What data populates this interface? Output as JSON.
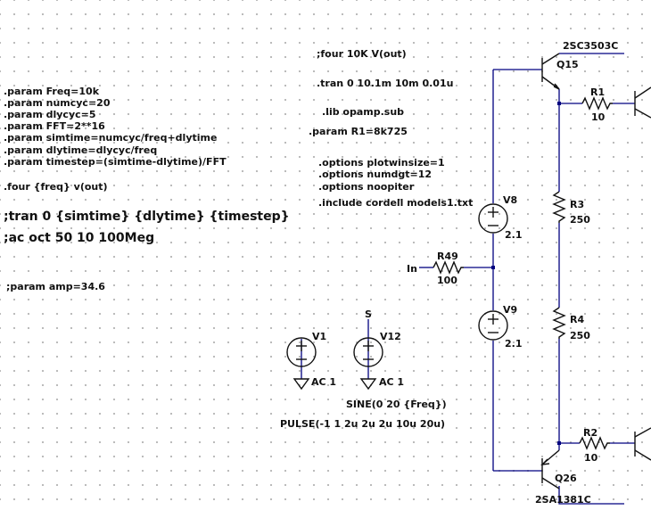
{
  "directives_left": {
    "params": [
      ".param Freq=10k",
      ".param numcyc=20",
      ".param dlycyc=5",
      ".param FFT=2**16",
      ".param simtime=numcyc/freq+dlytime",
      ".param dlytime=dlycyc/freq",
      ".param timestep=(simtime-dlytime)/FFT"
    ],
    "four": ".four {freq} v(out)",
    "tran_comment": ";tran 0 {simtime} {dlytime} {timestep}",
    "ac_comment": ";ac oct 50 10 100Meg",
    "amp_comment": ";param amp=34.6"
  },
  "directives_mid": {
    "four": ";four 10K V(out)",
    "tran": ".tran 0 10.1m 10m 0.01u",
    "lib": ".lib opamp.sub",
    "param_r1": ".param R1=8k725",
    "options": [
      ".options plotwinsize=1",
      ".options numdgt=12",
      ".options noopiter",
      ".include cordell models1.txt"
    ]
  },
  "components": {
    "q15": {
      "ref": "Q15",
      "model": "2SC3503C"
    },
    "q26": {
      "ref": "Q26",
      "model": "2SA1381C"
    },
    "r1": {
      "ref": "R1",
      "value": "10"
    },
    "r2": {
      "ref": "R2",
      "value": "10"
    },
    "r3": {
      "ref": "R3",
      "value": "250"
    },
    "r4": {
      "ref": "R4",
      "value": "250"
    },
    "r49": {
      "ref": "R49",
      "value": "100"
    },
    "v8": {
      "ref": "V8",
      "value": "2.1"
    },
    "v9": {
      "ref": "V9",
      "value": "2.1"
    },
    "v1": {
      "ref": "V1",
      "value": "AC 1"
    },
    "v12": {
      "ref": "V12",
      "value": "AC 1",
      "extra": "SINE(0 20 {Freq})",
      "node": "S"
    },
    "pulse": "PULSE(-1 1 2u 2u 2u 10u 20u)",
    "input_label": "In"
  },
  "colors": {
    "wire": "#000080",
    "text": "#111111",
    "node": "#000080",
    "grid_dot": "#b4b4b4"
  }
}
